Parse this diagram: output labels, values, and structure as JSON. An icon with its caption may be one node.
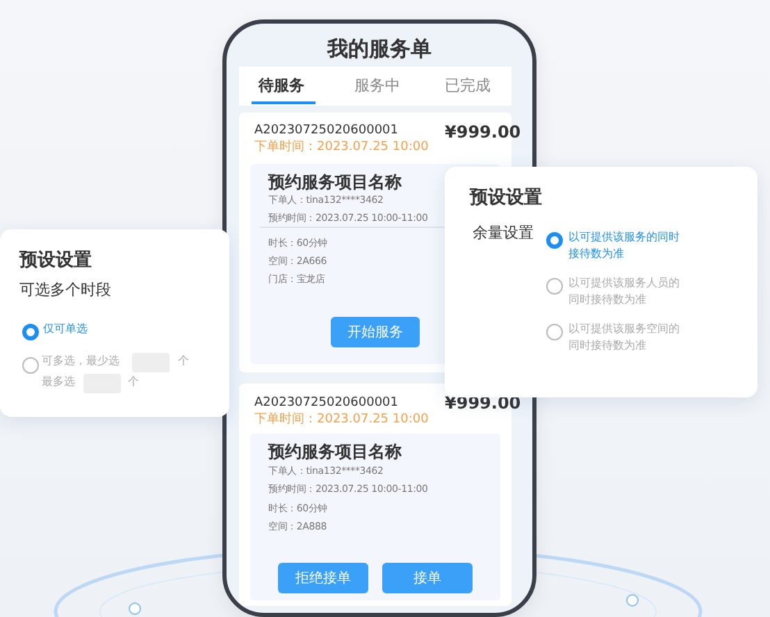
{
  "diagram": {
    "labels": [
      "我的服务单",
      "待服务",
      "服务中",
      "已完成",
      "A20230725020600001",
      "¥999.00",
      "下单时间：2023.07.25 10:00",
      "预约服务项目名称",
      "下单人：tina132****3462",
      "预约时间：2023.07.25 10:00-11:00",
      "时长：60分钟",
      "空间：2A666",
      "门店：宝龙店",
      "开始服务",
      "A20230725020600001",
      "¥999.00",
      "下单时间：2023.07.25 10:00",
      "预约服务项目名称",
      "下单人：tina132****3462",
      "预约时间：2023.07.25 10:00-11:00",
      "时长：60分钟",
      "空间：2A888",
      "拒绝接单",
      "接单",
      "预设设置",
      "可选多个时段",
      "仅可单选",
      "可多选，最少选",
      "个",
      "最多选",
      "个",
      "预设设置",
      "余量设置",
      "以可提供该服务的同时接待数为准",
      "以可提供该服务人员的同时接待数为准",
      "以可提供该服务空间的同时接待数为准"
    ]
  }
}
